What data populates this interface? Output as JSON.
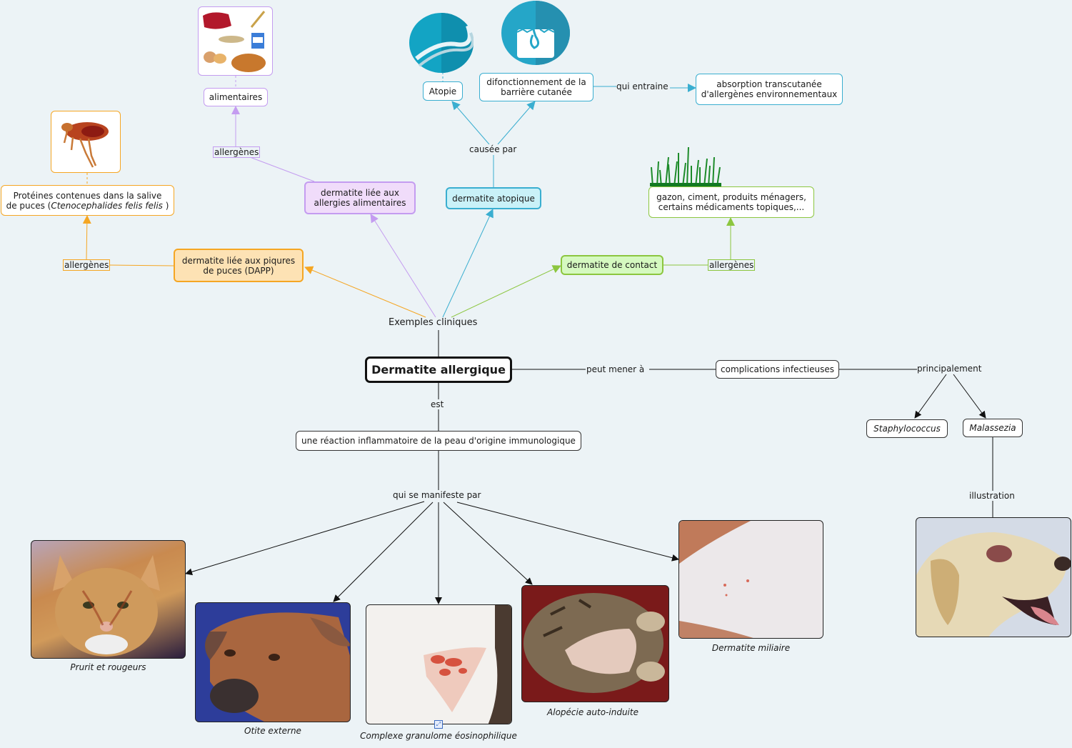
{
  "colors": {
    "background": "#ecf3f6",
    "orange": "#f5a623",
    "orange_fill": "#fde2b4",
    "purple": "#c49cf0",
    "purple_fill": "#f0dcfa",
    "cyan": "#3aaed0",
    "cyan_fill": "#c9f1f8",
    "green": "#8cc63f",
    "green_fill": "#d5f9c0",
    "black": "#111111"
  },
  "central": {
    "title": "Dermatite allergique"
  },
  "links": {
    "exemples": "Exemples cliniques",
    "peut_mener": "peut mener à",
    "est": "est",
    "manifeste": "qui se manifeste par",
    "principalement": "principalement",
    "illustration": "illustration",
    "causee_par": "causée par",
    "qui_entraine": "qui entraine",
    "allergenes_dapp": "allergènes",
    "allergenes_alim": "allergènes",
    "allergenes_contact": "allergènes"
  },
  "nodes": {
    "dapp": "dermatite liée aux piqures de puces (DAPP)",
    "proteines_line1": "Protéines contenues dans la salive",
    "proteines_line2_prefix": "de puces (",
    "proteines_species": "Ctenocephalides felis felis",
    "proteines_line2_suffix": " )",
    "alim": "dermatite liée aux allergies alimentaires",
    "alimentaires": "alimentaires",
    "atopique": "dermatite atopique",
    "atopie": "Atopie",
    "barriere": "difonctionnement de la barrière cutanée",
    "absorption": "absorption transcutanée d'allergènes environnementaux",
    "contact": "dermatite de contact",
    "contact_allergens": "gazon, ciment, produits ménagers, certains médicaments topiques,...",
    "definition": "une réaction inflammatoire de la peau d'origine immunologique",
    "complications": "complications infectieuses",
    "staph": "Staphylococcus",
    "malassezia": "Malassezia"
  },
  "photos": [
    {
      "id": "prurit",
      "caption": "Prurit et rougeurs",
      "subject": "cat-face-redness"
    },
    {
      "id": "otite",
      "caption": "Otite externe",
      "subject": "dog-head-blue-bg"
    },
    {
      "id": "granulome",
      "caption": "Complexe granulome éosinophilique",
      "subject": "white-fur-red-lesion"
    },
    {
      "id": "alopecie",
      "caption": "Alopécie auto-induite",
      "subject": "tabby-cat-belly"
    },
    {
      "id": "miliaire",
      "caption": "Dermatite miliaire",
      "subject": "white-fur-papules"
    },
    {
      "id": "malassezia_dog",
      "caption": "",
      "subject": "labrador-profile"
    }
  ],
  "icons": {
    "flea": "flea-icon",
    "food": "food-collage-icon",
    "dna": "dna-icon",
    "skin": "skin-hair-follicle-icon",
    "grass": "grass-icon"
  }
}
